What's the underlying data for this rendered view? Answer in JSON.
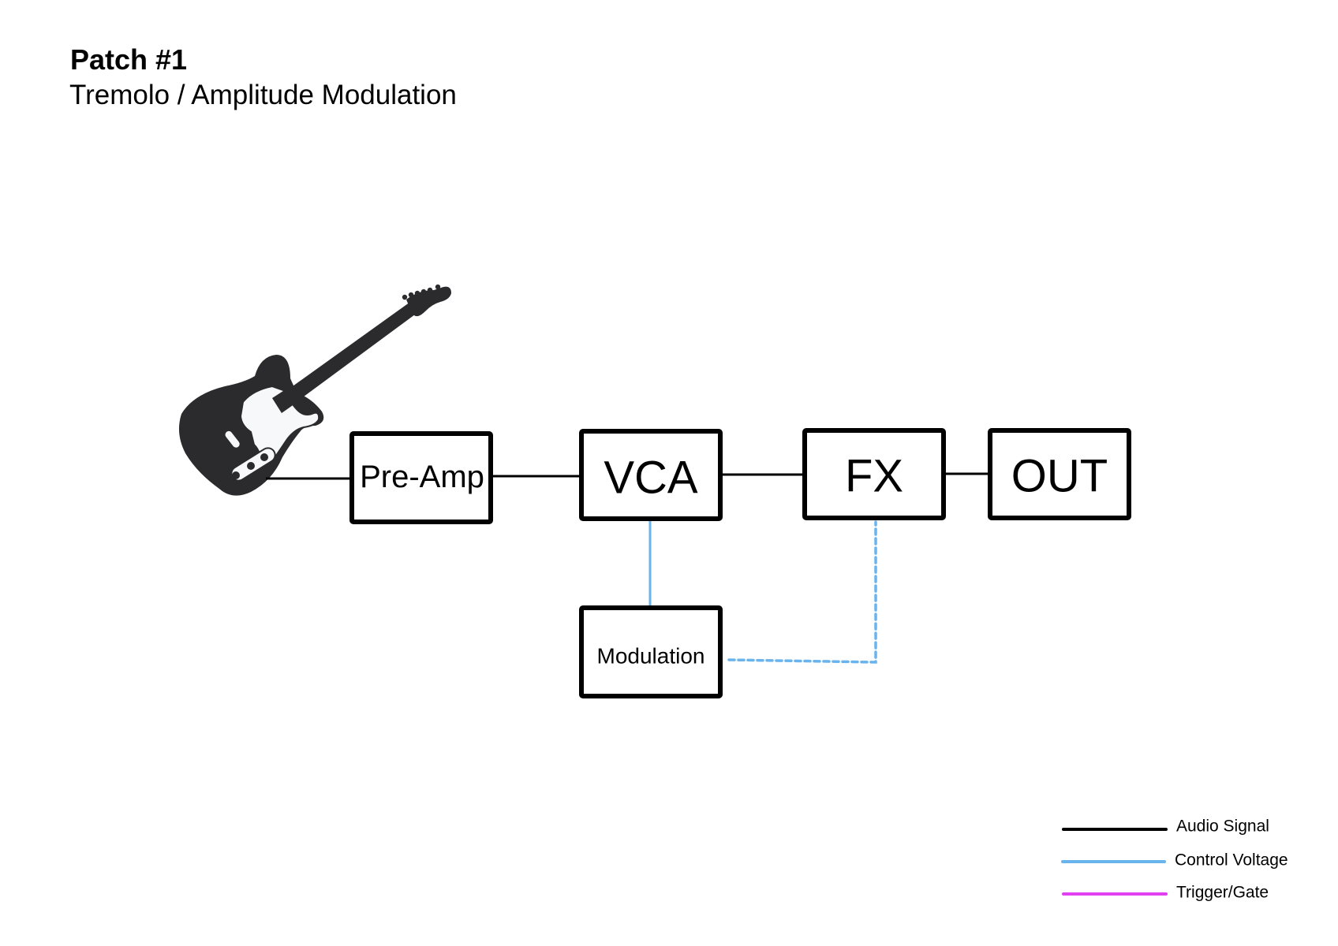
{
  "header": {
    "title": "Patch #1",
    "subtitle": "Tremolo / Amplitude Modulation"
  },
  "source": {
    "icon": "electric-guitar-icon"
  },
  "nodes": {
    "preamp": {
      "label": "Pre-Amp"
    },
    "vca": {
      "label": "VCA"
    },
    "fx": {
      "label": "FX"
    },
    "out": {
      "label": "OUT"
    },
    "modulation": {
      "label": "Modulation"
    }
  },
  "connections": [
    {
      "from": "guitar",
      "to": "preamp",
      "type": "Audio Signal"
    },
    {
      "from": "preamp",
      "to": "vca",
      "type": "Audio Signal"
    },
    {
      "from": "vca",
      "to": "fx",
      "type": "Audio Signal"
    },
    {
      "from": "fx",
      "to": "out",
      "type": "Audio Signal"
    },
    {
      "from": "modulation",
      "to": "vca",
      "type": "Control Voltage"
    },
    {
      "from": "modulation",
      "to": "fx",
      "type": "Control Voltage",
      "style": "dashed"
    }
  ],
  "legend": {
    "items": [
      {
        "label": "Audio Signal",
        "color": "#000000"
      },
      {
        "label": "Control Voltage",
        "color": "#6ab4ee"
      },
      {
        "label": "Trigger/Gate",
        "color": "#e040f0"
      }
    ]
  },
  "colors": {
    "audio": "#000000",
    "control_voltage": "#6ab4ee",
    "trigger_gate": "#e040f0",
    "guitar_body": "#2b2b2d",
    "pickguard": "#f7f8fa"
  }
}
